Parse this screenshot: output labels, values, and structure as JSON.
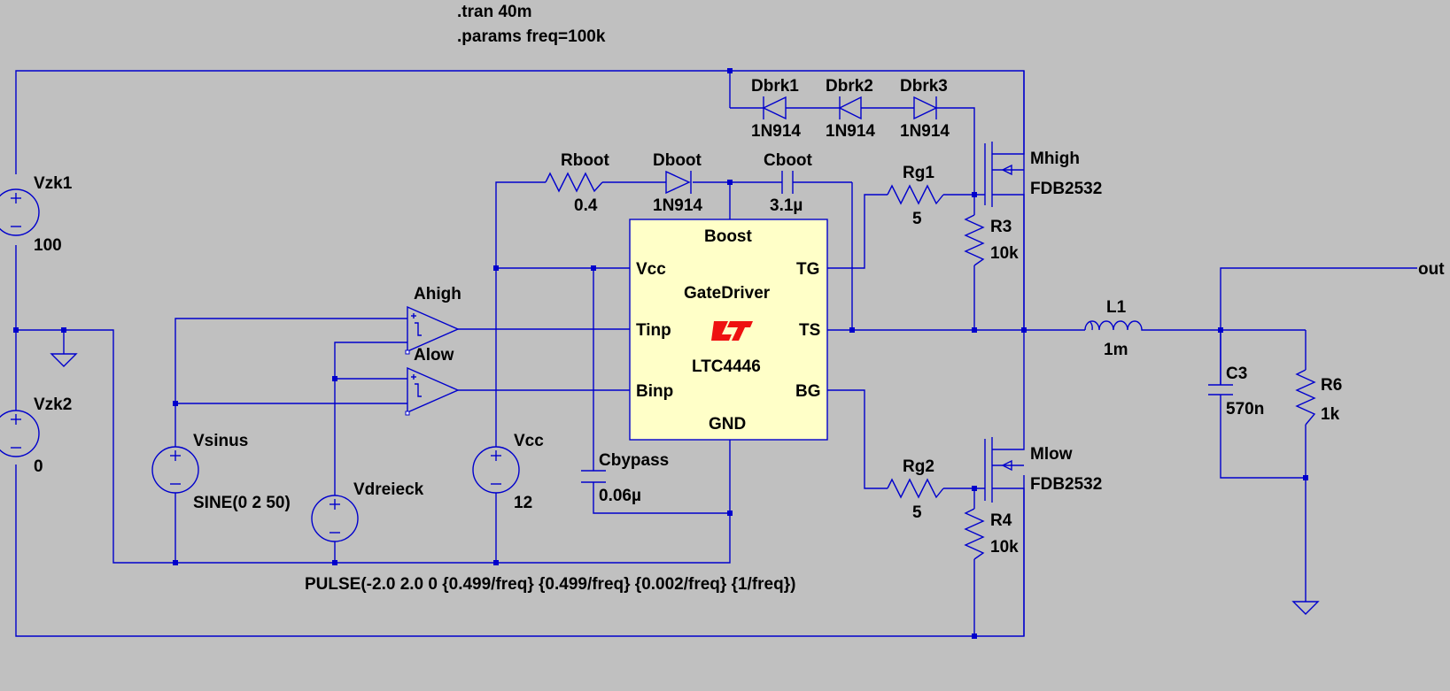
{
  "directives": {
    "tran": ".tran 40m",
    "params": ".params freq=100k"
  },
  "components": {
    "vzk1": {
      "name": "Vzk1",
      "value": "100"
    },
    "vzk2": {
      "name": "Vzk2",
      "value": "0"
    },
    "vsinus": {
      "name": "Vsinus",
      "value": "SINE(0 2 50)"
    },
    "vdreieck": {
      "name": "Vdreieck",
      "value": "PULSE(-2.0 2.0 0 {0.499/freq} {0.499/freq} {0.002/freq} {1/freq})"
    },
    "vcc": {
      "name": "Vcc",
      "value": "12"
    },
    "ahigh": {
      "name": "Ahigh"
    },
    "alow": {
      "name": "Alow"
    },
    "rboot": {
      "name": "Rboot",
      "value": "0.4"
    },
    "dboot": {
      "name": "Dboot",
      "value": "1N914"
    },
    "cboot": {
      "name": "Cboot",
      "value": "3.1µ"
    },
    "cbypass": {
      "name": "Cbypass",
      "value": "0.06µ"
    },
    "dbrk1": {
      "name": "Dbrk1",
      "value": "1N914"
    },
    "dbrk2": {
      "name": "Dbrk2",
      "value": "1N914"
    },
    "dbrk3": {
      "name": "Dbrk3",
      "value": "1N914"
    },
    "rg1": {
      "name": "Rg1",
      "value": "5"
    },
    "rg2": {
      "name": "Rg2",
      "value": "5"
    },
    "r3": {
      "name": "R3",
      "value": "10k"
    },
    "r4": {
      "name": "R4",
      "value": "10k"
    },
    "mhigh": {
      "name": "Mhigh",
      "value": "FDB2532"
    },
    "mlow": {
      "name": "Mlow",
      "value": "FDB2532"
    },
    "l1": {
      "name": "L1",
      "value": "1m"
    },
    "c3": {
      "name": "C3",
      "value": "570n"
    },
    "r6": {
      "name": "R6",
      "value": "1k"
    },
    "out": {
      "label": "out"
    }
  },
  "gate_driver": {
    "pins": {
      "boost": "Boost",
      "vcc": "Vcc",
      "tg": "TG",
      "tinp": "Tinp",
      "ts": "TS",
      "binp": "Binp",
      "bg": "BG",
      "gnd": "GND"
    },
    "title": "GateDriver",
    "part": "LTC4446"
  },
  "colors": {
    "background": "#c0c0c0",
    "wire": "#0000cc",
    "chip_fill": "#ffffc8",
    "logo": "#ee1111"
  }
}
